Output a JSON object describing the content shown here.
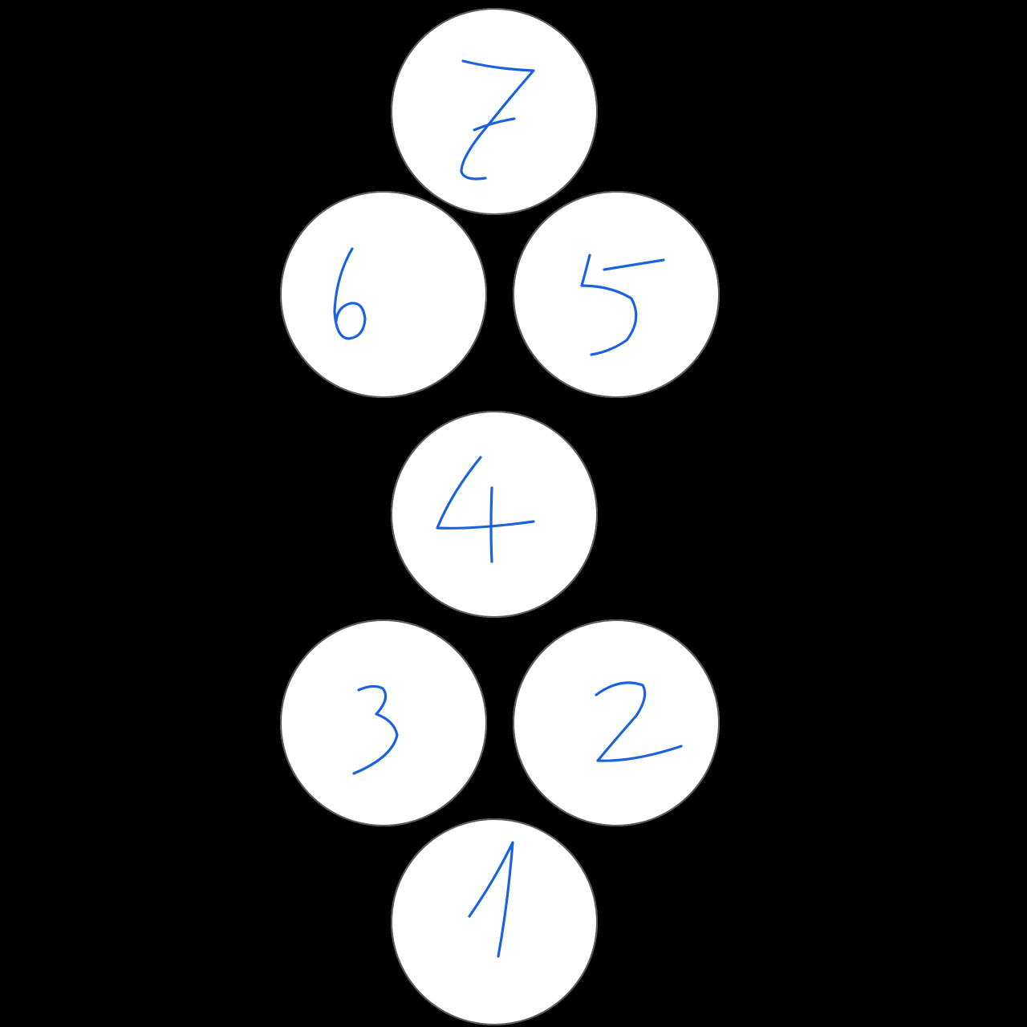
{
  "background_color": "#000000",
  "circle_color": "#ffffff",
  "ink_color": "#1a62e0",
  "circles": [
    {
      "label": "7"
    },
    {
      "label": "6"
    },
    {
      "label": "5"
    },
    {
      "label": "4"
    },
    {
      "label": "3"
    },
    {
      "label": "2"
    },
    {
      "label": "1"
    }
  ]
}
